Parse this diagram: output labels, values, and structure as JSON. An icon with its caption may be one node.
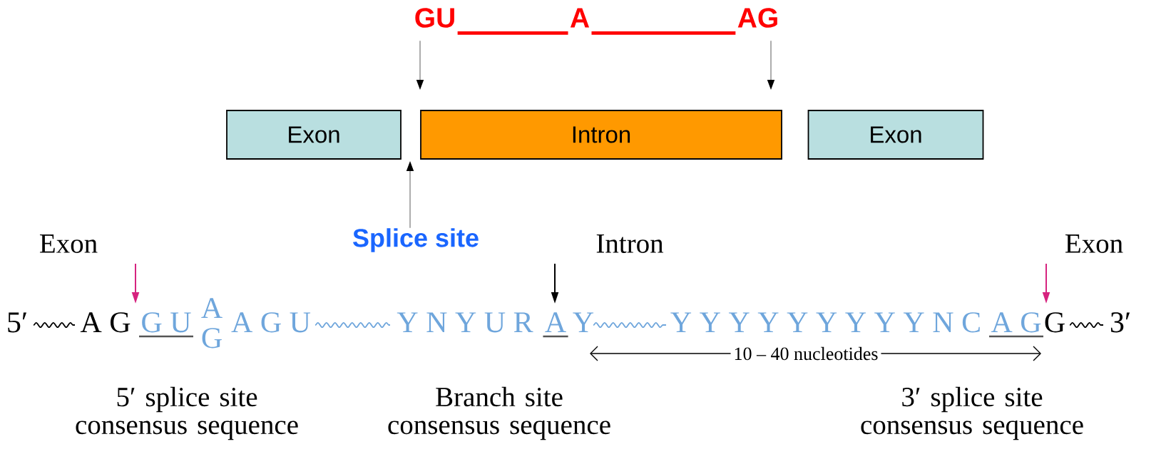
{
  "diagram": {
    "nodes": [
      {
        "text": [
          "GU"
        ]
      },
      {
        "text": [
          "A"
        ]
      },
      {
        "text": [
          "AG"
        ]
      },
      {
        "text": [
          "Exon"
        ]
      },
      {
        "text": [
          "Intron"
        ]
      },
      {
        "text": [
          "Exon"
        ]
      },
      {
        "text": [
          "Splice site"
        ]
      }
    ],
    "edges": [
      {
        "from": 0,
        "to": 1,
        "arrow": "none",
        "style": "thick",
        "color": "#ff0000"
      },
      {
        "from": 1,
        "to": 2,
        "arrow": "none",
        "style": "thick",
        "color": "#ff0000"
      },
      {
        "from": 0,
        "to": 4,
        "arrow": "to"
      },
      {
        "from": 2,
        "to": 4,
        "arrow": "to"
      },
      {
        "from": 6,
        "to": 3,
        "arrow": "to"
      }
    ],
    "labels": [
      "Exon",
      "Intron",
      "Exon",
      "5′",
      "A G",
      "G U",
      "A",
      "G",
      "A G U",
      "Y N Y U R",
      "A",
      "Y",
      "Y Y Y Y Y Y Y Y Y N C",
      "A G",
      "G",
      "3′",
      "10 – 40 nucleotides",
      "5′ splice site consensus sequence",
      "Branch site consensus sequence",
      "3′ splice site consensus sequence"
    ]
  }
}
